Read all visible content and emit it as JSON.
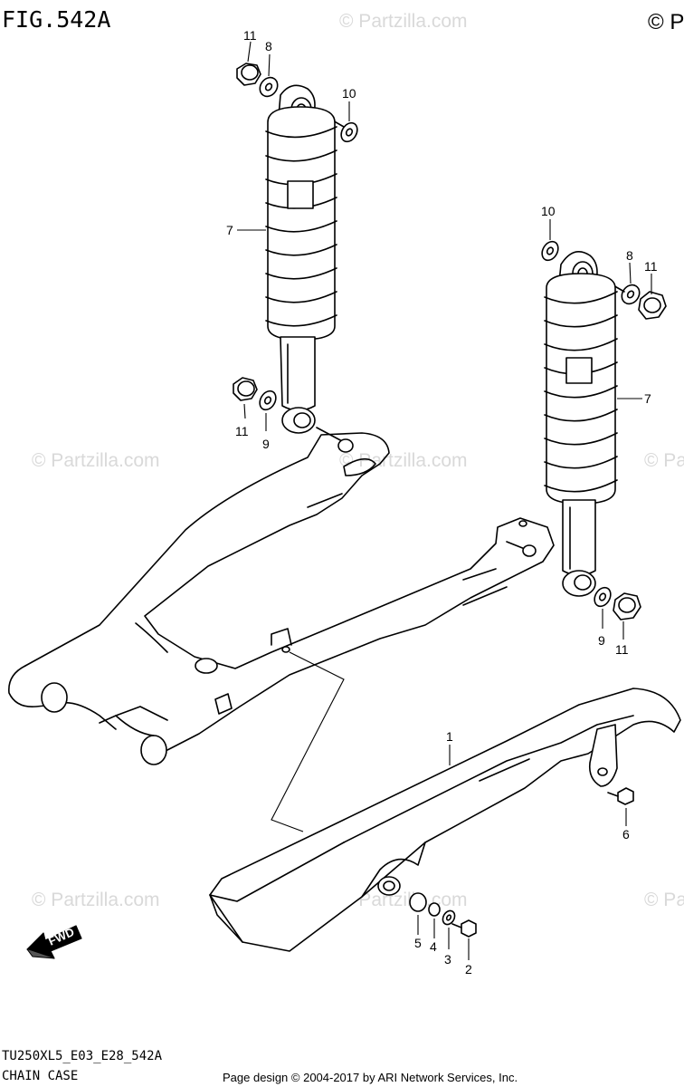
{
  "figure": {
    "title": "FIG.542A",
    "corner_mark": "© P"
  },
  "watermark": "© Partzilla.com",
  "footer": {
    "model_code": "TU250XL5_E03_E28_542A",
    "section_name": "CHAIN CASE",
    "page_design": "Page design © 2004-2017 by ARI Network Services, Inc."
  },
  "fwd_arrow": {
    "label": "FWD"
  },
  "callouts": {
    "upper_left_shock": {
      "nut": "11",
      "washer_top": "8",
      "washer_side": "10",
      "absorber": "7",
      "bottom_nut": "11",
      "bottom_washer": "9"
    },
    "right_shock": {
      "washer_top": "10",
      "washer_side": "8",
      "nut_top": "11",
      "absorber": "7",
      "bottom_washer": "9",
      "bottom_nut": "11"
    },
    "chain_case": {
      "case": "1",
      "bolt_rear": "6",
      "cushion": "5",
      "collar": "4",
      "washer": "3",
      "bolt": "2"
    }
  },
  "colors": {
    "line": "#000000",
    "background": "#ffffff",
    "watermark": "#d9d9d9"
  }
}
